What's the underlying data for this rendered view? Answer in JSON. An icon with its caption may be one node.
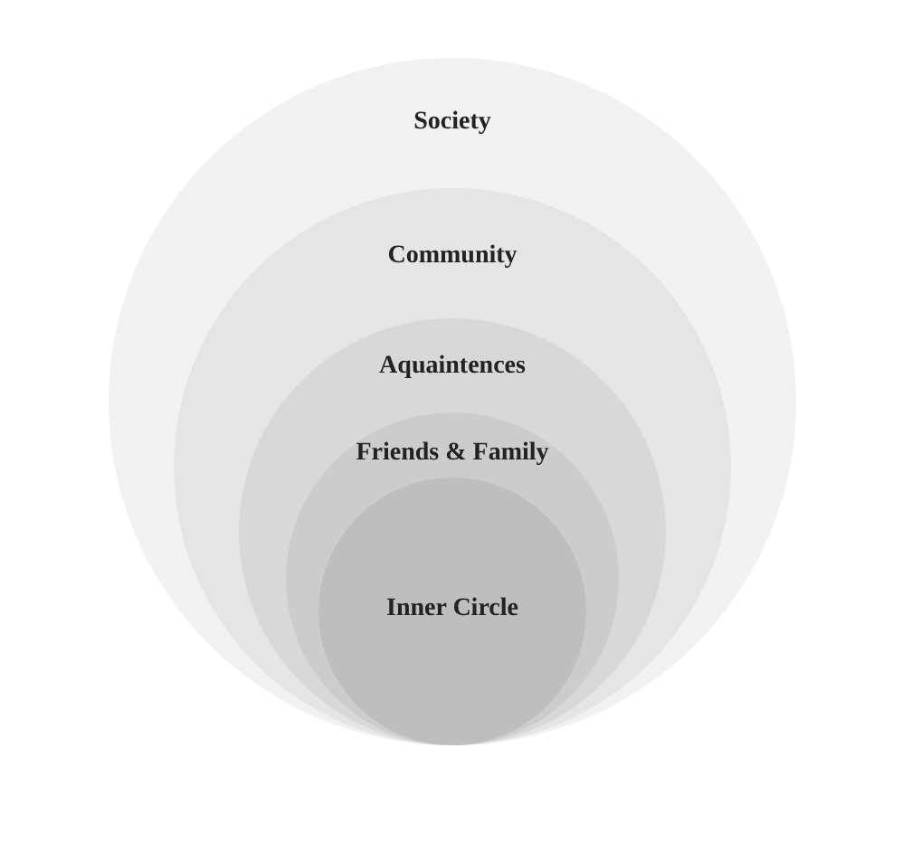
{
  "diagram": {
    "nodes": [
      {
        "text": [
          "Society"
        ]
      },
      {
        "text": [
          "Community"
        ],
        "in": 0
      },
      {
        "text": [
          "Aquaintences"
        ],
        "in": 1
      },
      {
        "text": [
          "Friends & Family"
        ],
        "in": 2
      },
      {
        "text": [
          "Inner Circle"
        ],
        "in": 3
      }
    ],
    "edges": []
  }
}
